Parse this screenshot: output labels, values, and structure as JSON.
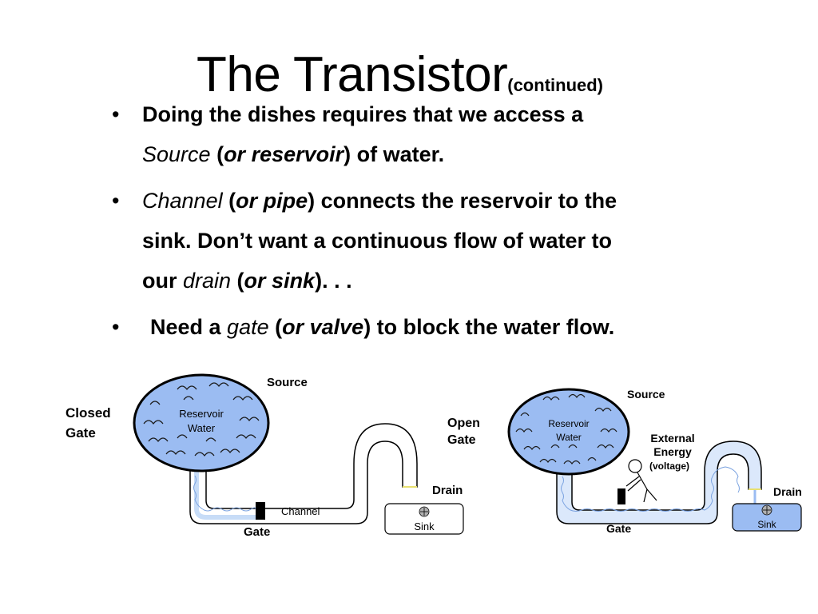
{
  "title": {
    "main": "The Transistor",
    "sub": "(continued)"
  },
  "bullets": [
    {
      "p1": "Doing the dishes requires that we access a",
      "p2": "Source",
      "p3": " (",
      "p4": "or reservoir",
      "p5": ") of water."
    },
    {
      "p1": "Channel",
      "p2": " (",
      "p3": "or pipe",
      "p4": ") connects the reservoir to the",
      "p5": "sink.  Don’t want a continuous flow of water to",
      "p6": "our ",
      "p7": "drain",
      "p8": " (",
      "p9": "or sink",
      "p10": "). . ."
    },
    {
      "p1": "Need a ",
      "p2": "gate",
      "p3": " (",
      "p4": "or valve",
      "p5": ") to block the water flow."
    }
  ],
  "diagram_closed": {
    "state_line1": "Closed",
    "state_line2": "Gate",
    "reservoir_line1": "Reservoir",
    "reservoir_line2": "Water",
    "source": "Source",
    "drain": "Drain",
    "channel": "Channel",
    "sink": "Sink",
    "gate": "Gate"
  },
  "diagram_open": {
    "state_line1": "Open",
    "state_line2": "Gate",
    "reservoir_line1": "Reservoir",
    "reservoir_line2": "Water",
    "source": "Source",
    "drain": "Drain",
    "energy_line1": "External",
    "energy_line2": "Energy",
    "energy_line3": "(voltage)",
    "sink": "Sink",
    "gate": "Gate"
  },
  "colors": {
    "water": "#9bbcf2",
    "water_light": "#dbe8fb",
    "outline": "#000000",
    "spout": "#e8e070"
  }
}
